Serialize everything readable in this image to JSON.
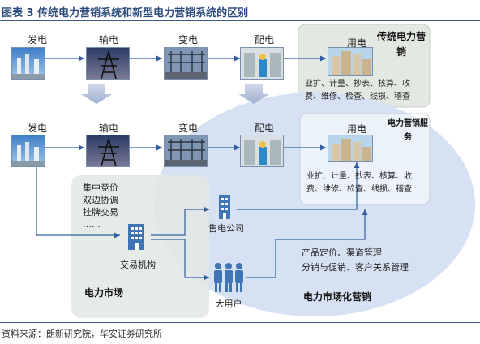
{
  "title": "图表 3 传统电力营销系统和新型电力营销系统的区别",
  "source": "资料来源：朗新研究院，华安证券研究所",
  "top_row": {
    "stages": [
      "发电",
      "输电",
      "变电",
      "配电",
      "用电"
    ],
    "box_title": "传统电力营销",
    "box_lines": [
      "业扩、计量、抄表、核算、收",
      "费、维修、检查、线损、稽查"
    ]
  },
  "bottom_row": {
    "stages": [
      "发电",
      "输电",
      "变电",
      "配电",
      "用电"
    ],
    "box_title": "电力营销服务",
    "box_lines": [
      "业扩、计量、抄表、核算、收",
      "费、维修、检查、线损、稽查"
    ]
  },
  "market": {
    "trading_methods": [
      "集中竞价",
      "双边协调",
      "挂牌交易",
      "……"
    ],
    "trading_org": "交易机构",
    "retail_company": "售电公司",
    "large_user": "大用户",
    "marketing_items": [
      "产品定价、渠道管理",
      "分销与促销、客户关系管理"
    ],
    "market_label": "电力市场",
    "marketized_label": "电力市场化营销"
  },
  "colors": {
    "title": "#2b4b7e",
    "ellipse": "#d6e2f4",
    "market_bg": "#e6ece6",
    "arrow": "#2f5f9e",
    "rule": "#3c5a8c"
  }
}
